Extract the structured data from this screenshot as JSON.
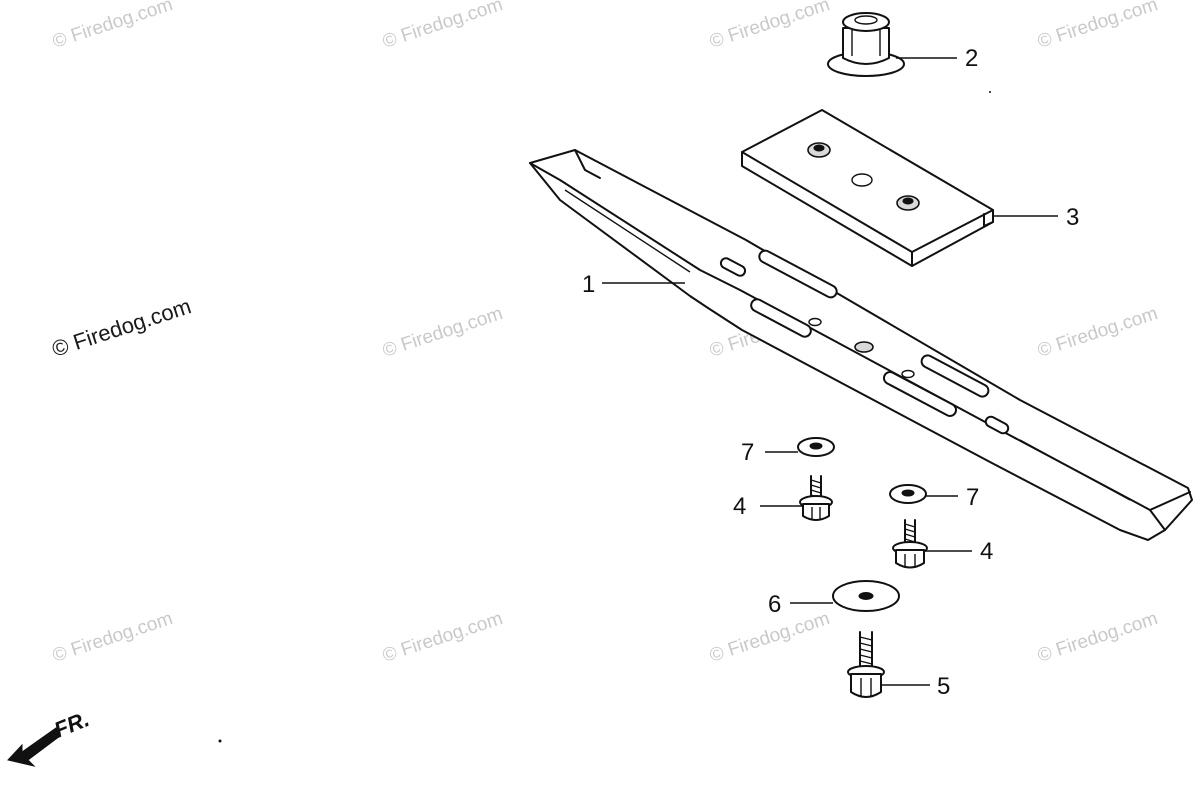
{
  "diagram": {
    "watermark_text": "© Firedog.com",
    "direction_label": "FR.",
    "callouts": {
      "c1": "1",
      "c2": "2",
      "c3": "3",
      "c4a": "4",
      "c4b": "4",
      "c5": "5",
      "c6": "6",
      "c7a": "7",
      "c7b": "7"
    }
  }
}
